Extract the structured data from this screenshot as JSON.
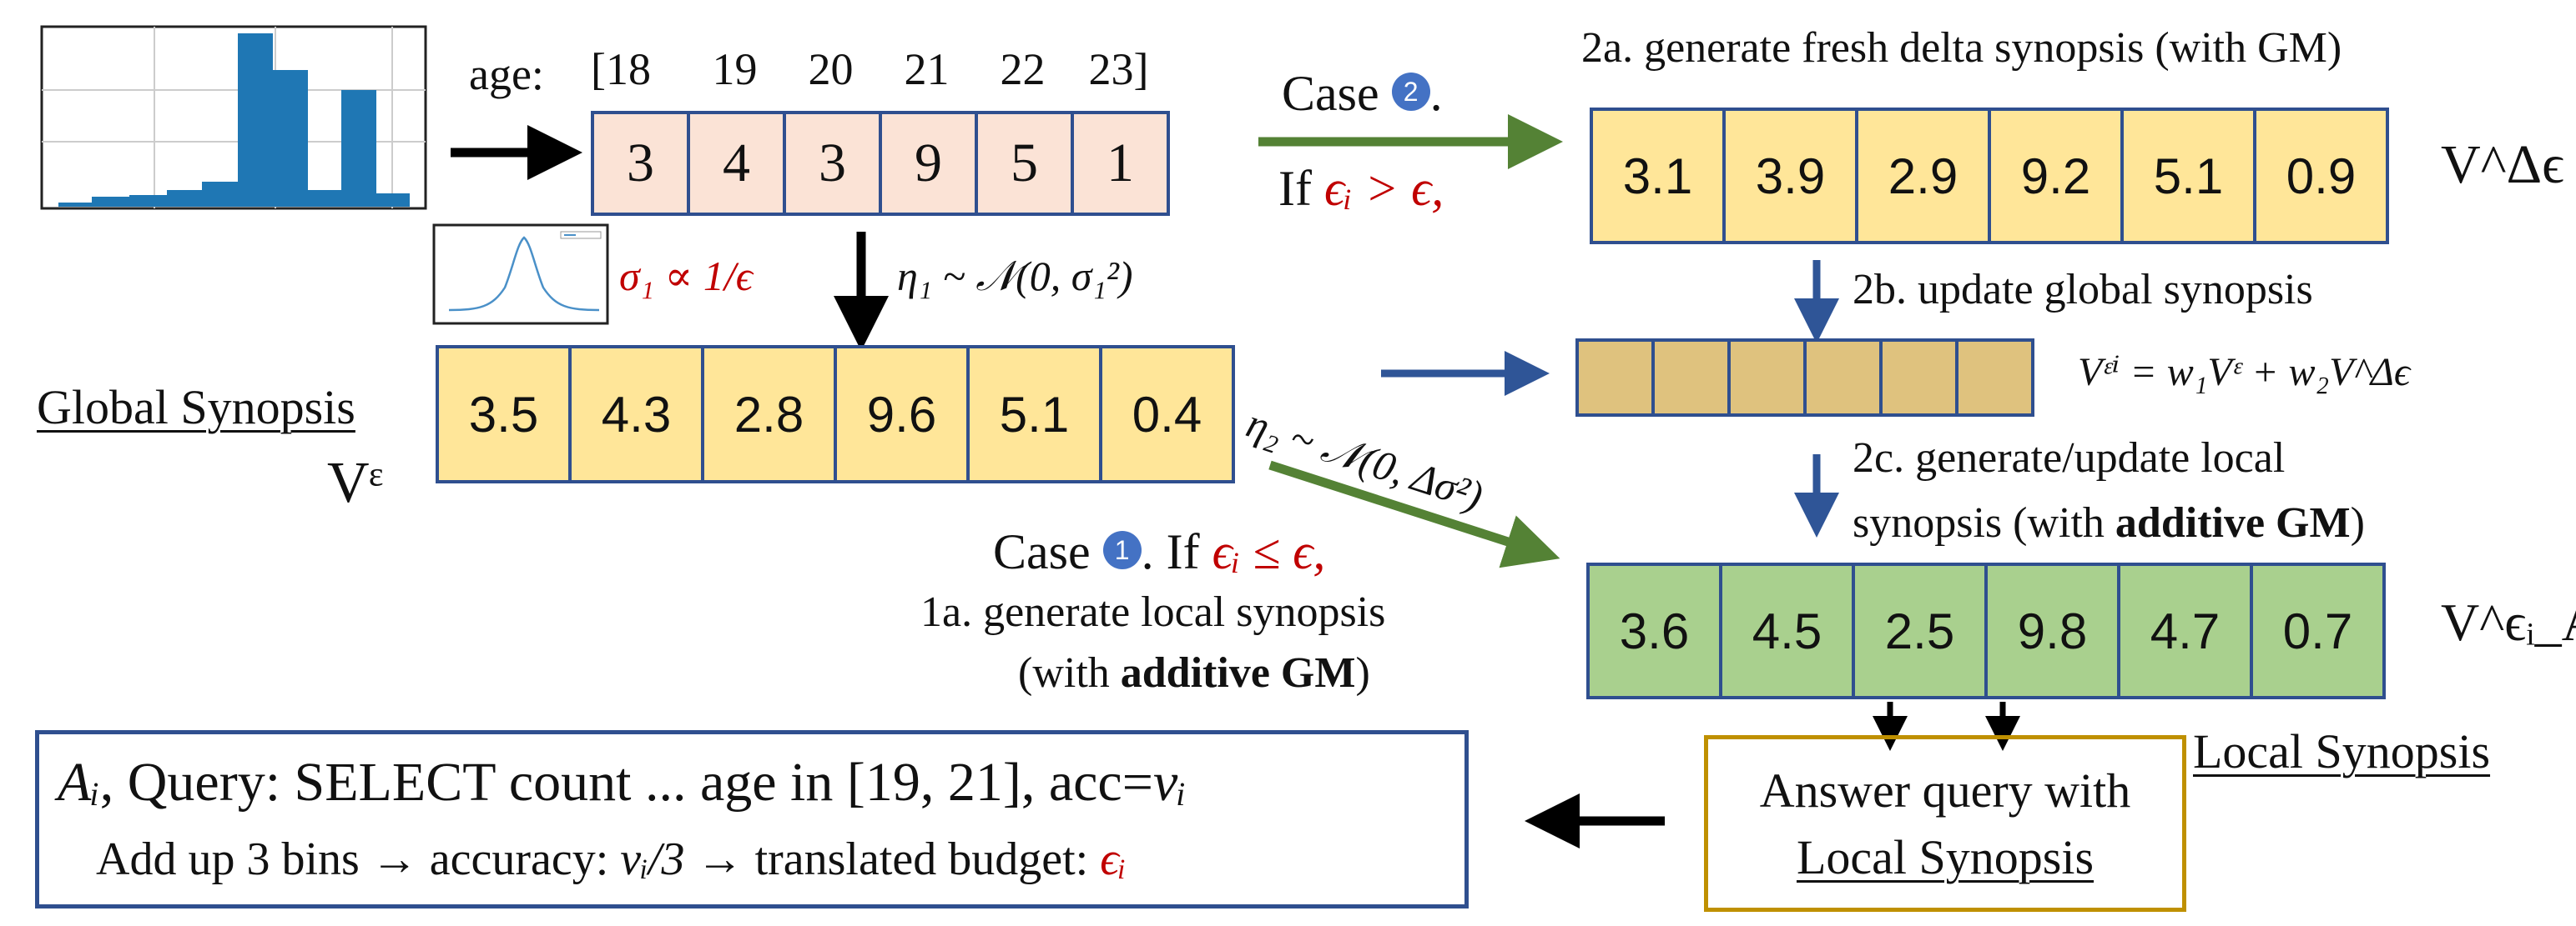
{
  "top_row": {
    "age_label": "age:",
    "ages": [
      "[18",
      "19",
      "20",
      "21",
      "22",
      "23]"
    ],
    "counts": [
      "3",
      "4",
      "3",
      "9",
      "5",
      "1"
    ]
  },
  "noise1": {
    "sigma_expr": "σ₁ ∝ 1/ϵ",
    "eta_expr": "η₁ ~ 𝒩(0, σ₁²)"
  },
  "global_synopsis": {
    "label": "Global Synopsis",
    "symbol": "Vᵋ",
    "values": [
      "3.5",
      "4.3",
      "2.8",
      "9.6",
      "5.1",
      "0.4"
    ]
  },
  "case2": {
    "case_label": "Case",
    "badge": "2",
    "condition_prefix": "If",
    "condition_expr": "ϵᵢ > ϵ,",
    "step_2a": "2a. generate fresh delta synopsis (with GM)",
    "delta_values": [
      "3.1",
      "3.9",
      "2.9",
      "9.2",
      "5.1",
      "0.9"
    ],
    "delta_symbol": "V^Δϵ",
    "step_2b": "2b. update global synopsis",
    "update_formula": "Vᵋⁱ = w₁Vᵋ + w₂V^Δϵ",
    "step_2c_line1": "2c. generate/update local",
    "step_2c_line2_prefix": "synopsis (with ",
    "step_2c_bold": "additive GM",
    "step_2c_suffix": ")"
  },
  "case1": {
    "case_label": "Case",
    "badge": "1",
    "condition_prefix": ". If",
    "condition_expr": "ϵᵢ ≤ ϵ,",
    "eta2_expr": "η₂ ~ 𝒩(0, Δσ²)",
    "step_1a_line1": "1a. generate local synopsis",
    "step_1a_line2_prefix": "(with ",
    "step_1a_bold": "additive GM",
    "step_1a_suffix": ")"
  },
  "local_synopsis": {
    "label": "Local Synopsis",
    "symbol": "V^ϵᵢ_Aᵢ",
    "values": [
      "3.6",
      "4.5",
      "2.5",
      "9.8",
      "4.7",
      "0.7"
    ]
  },
  "answer_box": {
    "line1": "Answer query with",
    "line2": "Local Synopsis"
  },
  "query_box": {
    "line1_var": "Aᵢ",
    "line1_text": ", Query: SELECT count ... age in [19, 21], acc=",
    "line1_acc": "vᵢ",
    "line2_text": "Add up 3 bins →  accuracy: ",
    "line2_acc": "vᵢ/3",
    "line2_mid": " → translated budget: ",
    "line2_budget": "ϵᵢ"
  },
  "colors": {
    "cell_border": "#2f4f8f",
    "pink": "#fbe3d6",
    "yellow": "#ffe699",
    "green": "#a9d08e",
    "tan": "#dfc27e",
    "arrow_green": "#548235",
    "arrow_blue": "#2f5597",
    "red_text": "#c00000",
    "answer_border": "#bf9000",
    "histogram_bar": "#1f77b4"
  },
  "icons": {
    "histogram": "histogram-thumbnail",
    "gaussian": "gaussian-curve-thumbnail"
  }
}
